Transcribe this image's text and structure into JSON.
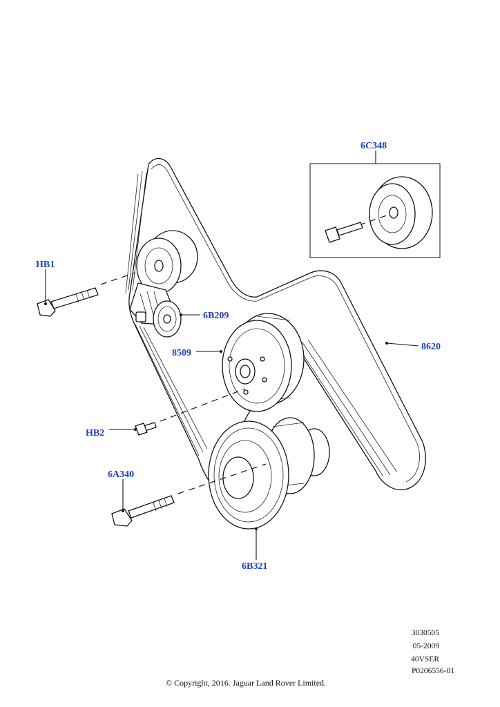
{
  "colors": {
    "callout": "#1f3fbf",
    "ink": "#111111"
  },
  "callouts": {
    "c6C348": "6C348",
    "hb1": "HB1",
    "c6B209": "6B209",
    "c8509": "8509",
    "c8620": "8620",
    "hb2": "HB2",
    "c6A340": "6A340",
    "c6B321": "6B321"
  },
  "meta": {
    "line1": "3030505",
    "line2": "05-2009",
    "line3": "40VSER",
    "line4": "P0206556-01"
  },
  "copyright": "© Copyright, 2016. Jaguar Land Rover Limited."
}
